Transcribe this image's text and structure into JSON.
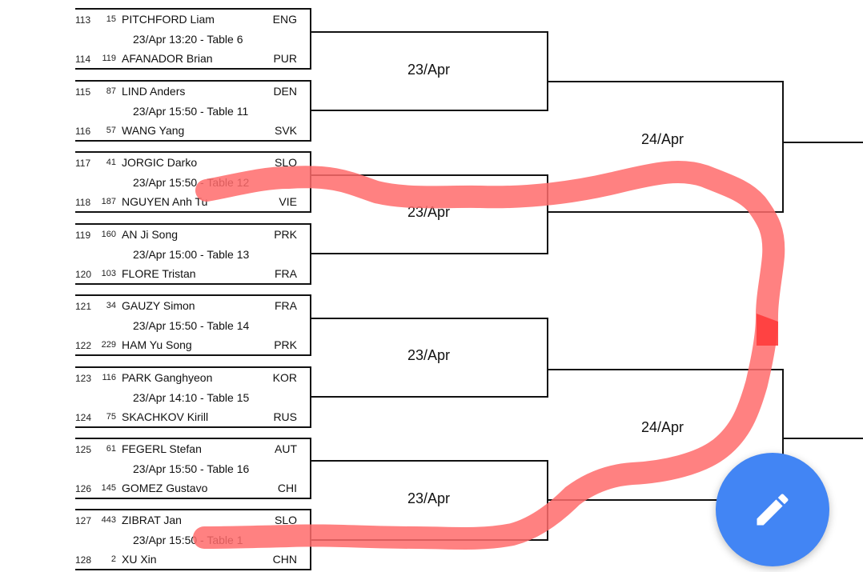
{
  "matches": [
    {
      "p1": {
        "pos": "113",
        "seed": "15",
        "name": "PITCHFORD Liam",
        "country": "ENG"
      },
      "info": "23/Apr 13:20 - Table 6",
      "p2": {
        "pos": "114",
        "seed": "119",
        "name": "AFANADOR Brian",
        "country": "PUR"
      }
    },
    {
      "p1": {
        "pos": "115",
        "seed": "87",
        "name": "LIND Anders",
        "country": "DEN"
      },
      "info": "23/Apr 15:50 - Table 11",
      "p2": {
        "pos": "116",
        "seed": "57",
        "name": "WANG Yang",
        "country": "SVK"
      }
    },
    {
      "p1": {
        "pos": "117",
        "seed": "41",
        "name": "JORGIC Darko",
        "country": "SLO"
      },
      "info": "23/Apr 15:50 - Table 12",
      "p2": {
        "pos": "118",
        "seed": "187",
        "name": "NGUYEN Anh Tu",
        "country": "VIE"
      }
    },
    {
      "p1": {
        "pos": "119",
        "seed": "160",
        "name": "AN Ji Song",
        "country": "PRK"
      },
      "info": "23/Apr 15:00 - Table 13",
      "p2": {
        "pos": "120",
        "seed": "103",
        "name": "FLORE Tristan",
        "country": "FRA"
      }
    },
    {
      "p1": {
        "pos": "121",
        "seed": "34",
        "name": "GAUZY Simon",
        "country": "FRA"
      },
      "info": "23/Apr 15:50 - Table 14",
      "p2": {
        "pos": "122",
        "seed": "229",
        "name": "HAM Yu Song",
        "country": "PRK"
      }
    },
    {
      "p1": {
        "pos": "123",
        "seed": "116",
        "name": "PARK Ganghyeon",
        "country": "KOR"
      },
      "info": "23/Apr 14:10 - Table 15",
      "p2": {
        "pos": "124",
        "seed": "75",
        "name": "SKACHKOV Kirill",
        "country": "RUS"
      }
    },
    {
      "p1": {
        "pos": "125",
        "seed": "61",
        "name": "FEGERL Stefan",
        "country": "AUT"
      },
      "info": "23/Apr 15:50 - Table 16",
      "p2": {
        "pos": "126",
        "seed": "145",
        "name": "GOMEZ Gustavo",
        "country": "CHI"
      }
    },
    {
      "p1": {
        "pos": "127",
        "seed": "443",
        "name": "ZIBRAT Jan",
        "country": "SLO"
      },
      "info": "23/Apr 15:50 - Table 1",
      "p2": {
        "pos": "128",
        "seed": "2",
        "name": "XU Xin",
        "country": "CHN"
      }
    }
  ],
  "round2_dates": [
    "23/Apr",
    "23/Apr",
    "23/Apr",
    "23/Apr"
  ],
  "round3_dates": [
    "24/Apr",
    "24/Apr"
  ],
  "annotation_color": "#ff6b6b",
  "fab": {
    "icon": "pencil-icon",
    "color": "#4285f4"
  }
}
